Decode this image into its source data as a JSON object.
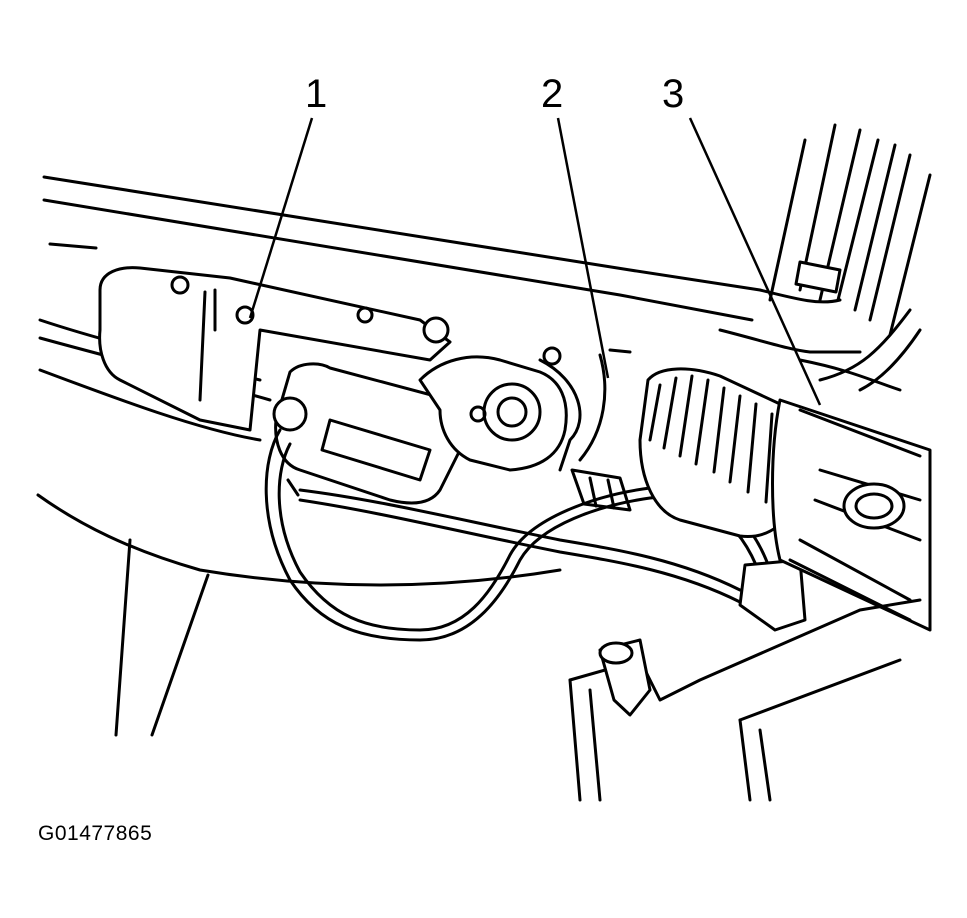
{
  "callouts": [
    {
      "label": "1"
    },
    {
      "label": "2"
    },
    {
      "label": "3"
    }
  ],
  "figure_id": "G01477865"
}
